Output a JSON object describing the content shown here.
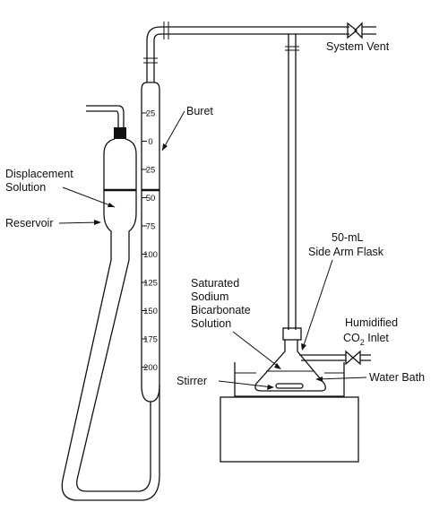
{
  "labels": {
    "system_vent": "System Vent",
    "buret": "Buret",
    "displacement_1": "Displacement",
    "displacement_2": "Solution",
    "reservoir": "Reservoir",
    "flask_1": "50-mL",
    "flask_2": "Side Arm Flask",
    "sat_1": "Saturated",
    "sat_2": "Sodium",
    "sat_3": "Bicarbonate",
    "sat_4": "Solution",
    "humid_1": "Humidified",
    "humid_2a": "CO",
    "humid_2sub": "2",
    "humid_2b": " Inlet",
    "stirrer": "Stirrer",
    "water_bath": "Water Bath"
  },
  "buret_scale": [
    "25",
    "0",
    "25",
    "50",
    "75",
    "100",
    "125",
    "150",
    "175",
    "200"
  ]
}
